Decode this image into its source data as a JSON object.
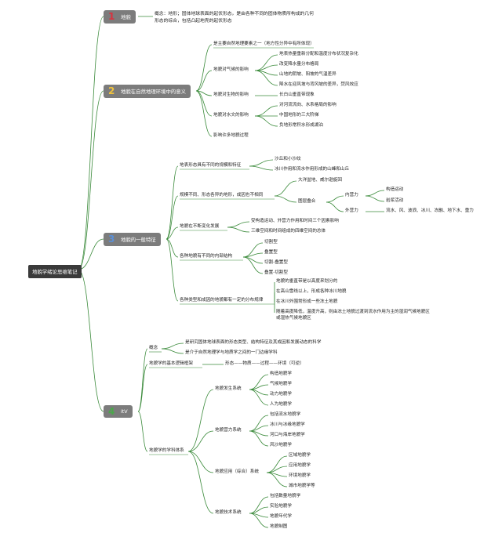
{
  "root": "地貌学绪论思维笔记",
  "t1": {
    "title": "地貌",
    "desc1": "概念：地形；固体地球表面的起伏形态，是由各种不同的固体物质所构成的几何",
    "desc2": "形态的综合，包括凸起地壳的起伏形态"
  },
  "t2": {
    "title": "地貌在自然地理环境中的意义",
    "items": [
      "是主要自然地理要素之一（地方性分异中有所体现）",
      "地貌对气候的影响",
      "地表热量重新分配和温度分布状况复杂化",
      "改变降水量分布格局",
      "山地的阴坡、阳坡的气温差异",
      "降水在迎风坡与背风坡的差异，焚风效应",
      "地貌对生物的影响",
      "长白山垂直带现象",
      "地貌对水文的影响",
      "对河流流向、水系格局的影响",
      "中国地形的三大阶梯",
      "负地形常积水形成湖泊",
      "影响许多地貌过程"
    ]
  },
  "t3": {
    "title": "地貌的一般特征",
    "items": [
      "地表形态具有不同的规模和特征",
      "沙丘和小沙纹",
      "冰川作用和流水作用形成的山峰和山丘",
      "规模不同、形态各异的地形，成因也不相同",
      "大洋盆地、威尔逊旋回",
      "图层叠合",
      "内营力",
      "构造运动",
      "岩浆活动",
      "外营力",
      "流水、风、波浪、冰川、冻融、地下水、重力",
      "地貌在不断变化发展",
      "受构造运动、外营力作用和时间三个因素影响",
      "三维空间和时间组成的四维空间的总体",
      "各种地貌有不同的内部结构",
      "切割型",
      "叠置型",
      "切割-叠置型",
      "叠置-切割型",
      "各种类型和成因的地貌都有一定的分布规律",
      "地貌的垂直带是以高度来划分的",
      "在高山雪线以上，形成各种冰川地貌",
      "在冰川外围常形成一些冻土地貌",
      "随着高度降低，温度升高，则由冻土地貌过渡到流水作用为主的湿润气候地貌区",
      "或湿热气候地貌区"
    ]
  },
  "t4": {
    "title": "itV",
    "items": [
      "概念",
      "是研究固体地球表面的形态类型、结构特征及其成因和发展动态的科学",
      "是介于自然地理学与地质学之间的一门边缘学科",
      "地貌学的基本逻辑框架",
      "形态——物质——过程——环境（可逆）",
      "地貌学的学科体系",
      "地貌发生系统",
      "构造地貌学",
      "气候地貌学",
      "动力地貌学",
      "人为地貌学",
      "地貌营力系统",
      "包括流水地貌学",
      "冰川与冰缘地貌学",
      "河口与海岸地貌学",
      "风沙地貌学",
      "地貌应用（综合）系统",
      "区域地貌学",
      "应用地貌学",
      "环境地貌学",
      "城市地貌学等",
      "地貌技术系统",
      "包括数量地貌学",
      "实验地貌学",
      "地貌年代学",
      "地貌制图"
    ]
  }
}
